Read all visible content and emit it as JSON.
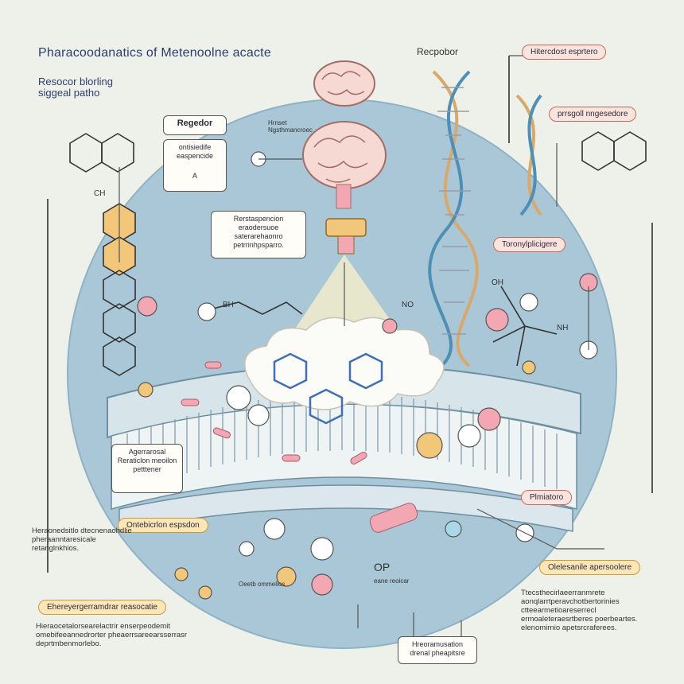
{
  "title": "Pharacoodanatics of Metenoolne acacte",
  "subtitle_lines": [
    "Resocor blorling",
    "siggeal patho"
  ],
  "labels": {
    "receptor_top": "Recpobor",
    "receptor_box": "Regedor",
    "receptor_box_text": "ontisiedife easpencide",
    "receptor_box_small": "A",
    "callout_top_right": "Hitercdost esprtero",
    "callout_pink_right": "prrsgoll nngesedore",
    "callout_mid_right": "Toronylplicigere",
    "callout_center_box": "Rerstaspencion eraodersuoe saterarehaonro petrrinhpsparro.",
    "callout_center_small": "Hrnset Ngsthmancroec",
    "callout_left_box": "Agerrarosal Reraticlon meoilon petttener",
    "callout_left_pill": "Ontebicrlon espsdon",
    "callout_bottom_left_pill": "Ehereyergerramdrar reasocatie",
    "callout_bottom_right_pill": "Olelesanile apersoolere",
    "callout_right_pill": "Plmiatoro",
    "bottom_box": "Hreoramusation drenal pheapitsre",
    "bottom_center": "OP",
    "bottom_center_small": "eane reoicar",
    "small_center_bottom": "Oeetb ommelios",
    "nh_label": "NH",
    "ne_label": "NO",
    "oh_label": "OH",
    "ch_label": "CH",
    "bh_label": "BH"
  },
  "notes": {
    "left": "Heraonedsitlo dtecnenaohdlie pheraanntaresicale retanglnkhios.",
    "right": "Ttecsthecirlaeerranmrete aonqlarrtperavchotbertorinies ctteearmetioareserrecl ermoaleteraesrtberes poerbeartes. elenomirnio apetsrcraferees.",
    "bottom_left": "Hieraocetalorsearelactrir enserpeodemit omebifeeannedrorter pheaerrsareearsserrasr deprtmbenmorlebo."
  },
  "colors": {
    "circle_bg": "#a9c7d6",
    "membrane": "#d7e4ea",
    "pink": "#f2a7b3",
    "yellow": "#f3c77a",
    "blue": "#3f6fb8",
    "brain": "#f7d9d3",
    "dna1": "#d9a96a",
    "dna2": "#4d8fb5"
  },
  "icons": [
    "brain-icon",
    "dna-icon",
    "molecule-icon",
    "membrane-icon",
    "receptor-icon"
  ]
}
